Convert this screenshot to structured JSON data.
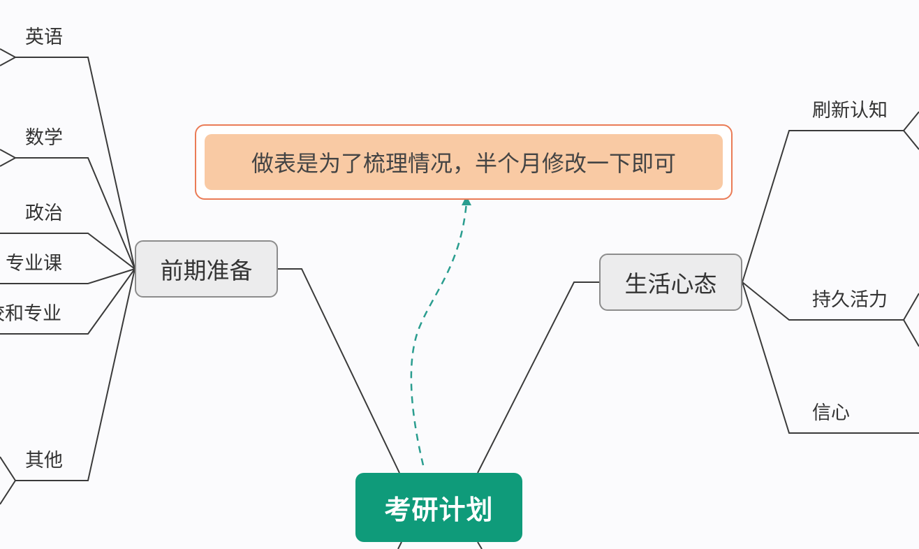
{
  "root": {
    "label": "考研计划",
    "color": "#0f9b7a"
  },
  "note": {
    "text": "做表是为了梳理情况，半个月修改一下即可",
    "fill": "#f9caa4",
    "border": "#ea7b56"
  },
  "connector_color": "#2a9d8f",
  "branches": {
    "left": {
      "label": "前期准备",
      "children": [
        "英语",
        "数学",
        "政治",
        "专业课",
        "校和专业",
        "其他"
      ]
    },
    "right": {
      "label": "生活心态",
      "children": [
        "刷新认知",
        "持久活力",
        "信心"
      ]
    }
  }
}
